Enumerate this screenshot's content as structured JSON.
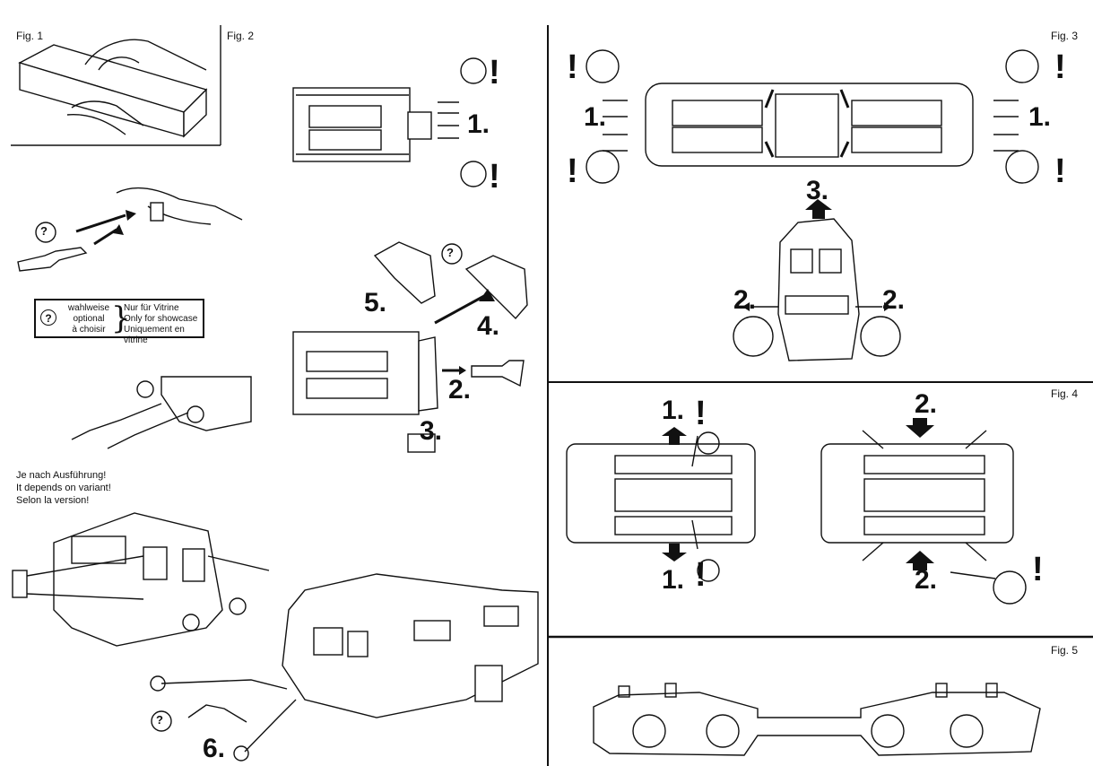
{
  "figures": {
    "fig1": "Fig. 1",
    "fig2": "Fig. 2",
    "fig3": "Fig. 3",
    "fig4": "Fig. 4",
    "fig5": "Fig. 5"
  },
  "legend": {
    "symbol": "?",
    "left_lines": [
      "wahlweise",
      "optional",
      "à choisir"
    ],
    "right_lines": [
      "Nur für Vitrine",
      "Only for showcase",
      "Uniquement en vitrine"
    ]
  },
  "variant_note": [
    "Je nach Ausführung!",
    "It depends on variant!",
    "Selon la version!"
  ],
  "step_numbers": {
    "fig2_step1": "1.",
    "fig2_step3": "3.",
    "fig2_step4": "4.",
    "fig2_step5": "5.",
    "fig2_step2": "2.",
    "fig2_step6": "6.",
    "fig3_left1": "1.",
    "fig3_right1": "1.",
    "fig3_step3": "3.",
    "fig3_left2": "2.",
    "fig3_right2": "2.",
    "fig4_top1": "1.",
    "fig4_bottom1": "1.",
    "fig4_top2": "2.",
    "fig4_bottom2": "2."
  },
  "warning_mark": "!",
  "question_mark": "?"
}
